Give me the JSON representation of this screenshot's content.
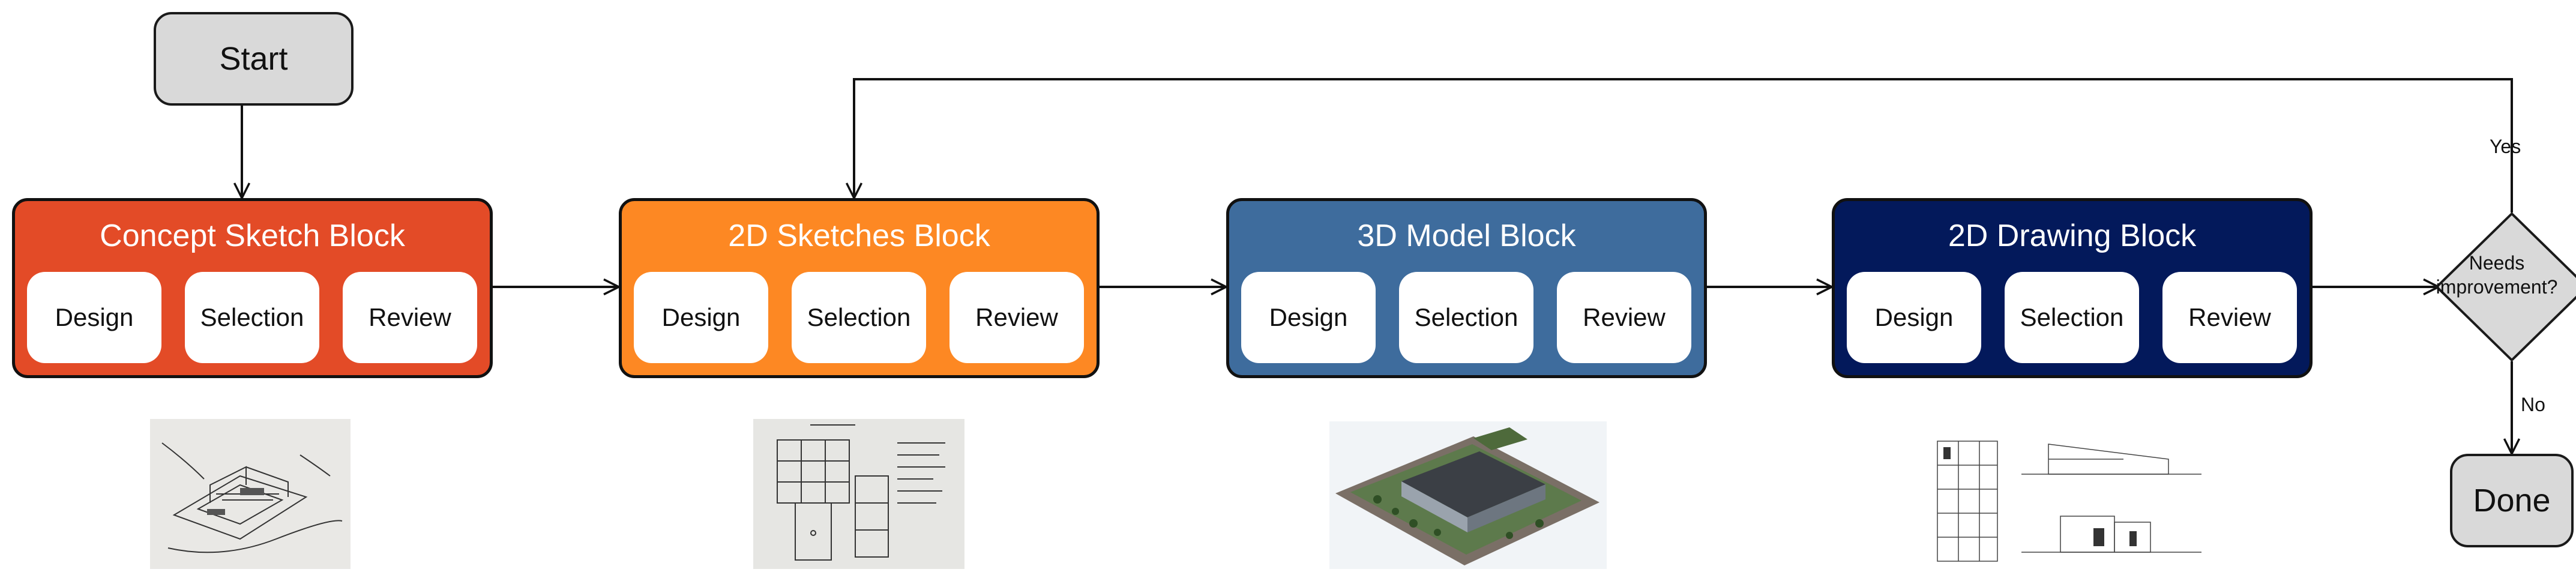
{
  "start": {
    "label": "Start"
  },
  "blocks": [
    {
      "title": "Concept Sketch Block",
      "color": "#e34b27",
      "steps": [
        "Design",
        "Selection",
        "Review"
      ]
    },
    {
      "title": "2D Sketches Block",
      "color": "#fd8823",
      "steps": [
        "Design",
        "Selection",
        "Review"
      ]
    },
    {
      "title": "3D Model Block",
      "color": "#3e6c9d",
      "steps": [
        "Design",
        "Selection",
        "Review"
      ]
    },
    {
      "title": "2D Drawing Block",
      "color": "#03195b",
      "steps": [
        "Design",
        "Selection",
        "Review"
      ]
    }
  ],
  "decision": {
    "label": "Needs improvement?",
    "yes_label": "Yes",
    "no_label": "No"
  },
  "done": {
    "label": "Done"
  },
  "images": [
    {
      "icon": "concept-sketch-image"
    },
    {
      "icon": "floor-plan-sketch-image"
    },
    {
      "icon": "3d-building-model-image"
    },
    {
      "icon": "technical-drawings-image"
    }
  ]
}
